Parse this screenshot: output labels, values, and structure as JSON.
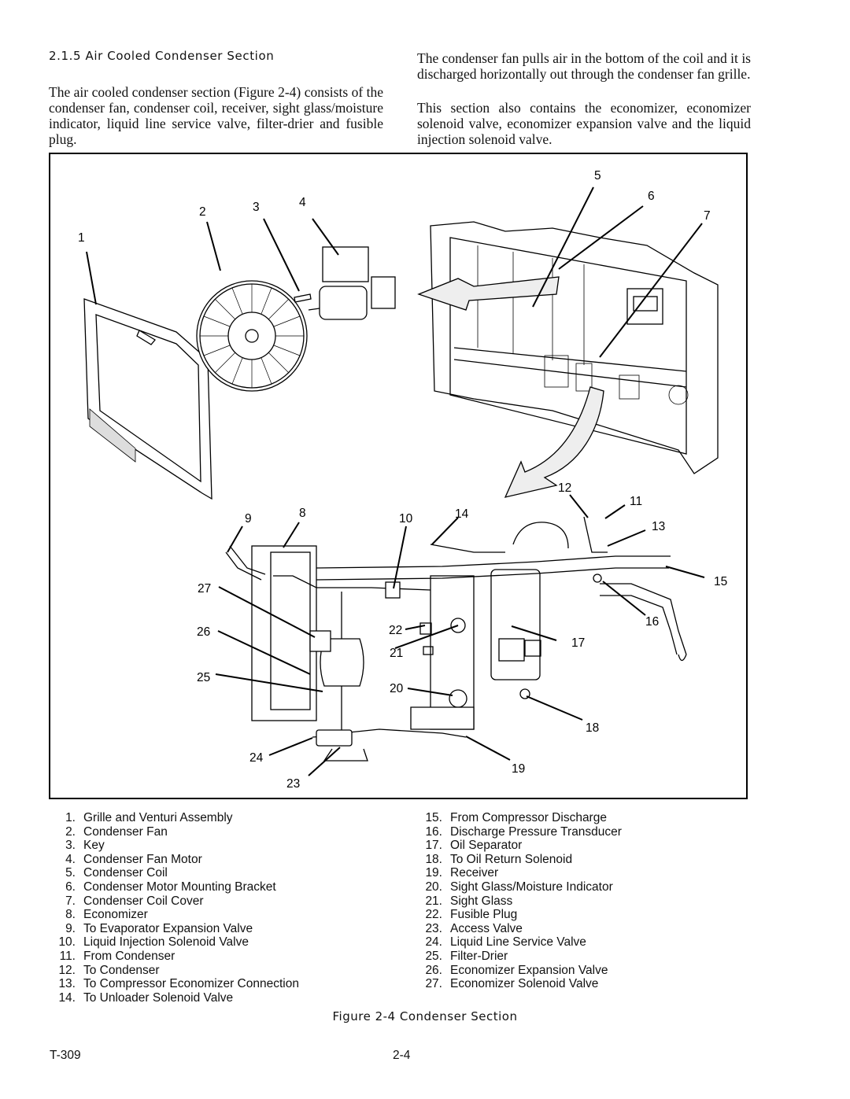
{
  "section_heading": "2.1.5  Air Cooled Condenser Section",
  "paragraphs": {
    "intro": "The air cooled condenser section (Figure 2-4) consists of the condenser fan, condenser coil, receiver, sight glass/moisture indicator, liquid line service valve, filter-drier and fusible plug.",
    "airflow": "The condenser fan pulls air in the bottom of the coil and it is discharged horizontally out through the condenser fan grille.",
    "contents": "This section also contains the economizer, economizer solenoid valve, economizer expansion valve and the liquid injection solenoid valve."
  },
  "figure": {
    "callouts": [
      "1",
      "2",
      "3",
      "4",
      "5",
      "6",
      "7",
      "8",
      "9",
      "10",
      "11",
      "12",
      "13",
      "14",
      "15",
      "16",
      "17",
      "18",
      "19",
      "20",
      "21",
      "22",
      "23",
      "24",
      "25",
      "26",
      "27"
    ],
    "caption": "Figure 2-4 Condenser Section"
  },
  "legend": [
    {
      "num": "1.",
      "label": "Grille and Venturi Assembly"
    },
    {
      "num": "2.",
      "label": "Condenser Fan"
    },
    {
      "num": "3.",
      "label": "Key"
    },
    {
      "num": "4.",
      "label": "Condenser Fan Motor"
    },
    {
      "num": "5.",
      "label": "Condenser Coil"
    },
    {
      "num": "6.",
      "label": "Condenser Motor Mounting Bracket"
    },
    {
      "num": "7.",
      "label": "Condenser Coil Cover"
    },
    {
      "num": "8.",
      "label": "Economizer"
    },
    {
      "num": "9.",
      "label": "To Evaporator Expansion Valve"
    },
    {
      "num": "10.",
      "label": "Liquid Injection Solenoid Valve"
    },
    {
      "num": "11.",
      "label": "From Condenser"
    },
    {
      "num": "12.",
      "label": "To Condenser"
    },
    {
      "num": "13.",
      "label": "To Compressor Economizer Connection"
    },
    {
      "num": "14.",
      "label": "To Unloader Solenoid Valve"
    },
    {
      "num": "15.",
      "label": "From Compressor Discharge"
    },
    {
      "num": "16.",
      "label": "Discharge Pressure Transducer"
    },
    {
      "num": "17.",
      "label": "Oil Separator"
    },
    {
      "num": "18.",
      "label": "To Oil Return Solenoid"
    },
    {
      "num": "19.",
      "label": "Receiver"
    },
    {
      "num": "20.",
      "label": "Sight Glass/Moisture Indicator"
    },
    {
      "num": "21.",
      "label": "Sight Glass"
    },
    {
      "num": "22.",
      "label": "Fusible Plug"
    },
    {
      "num": "23.",
      "label": "Access Valve"
    },
    {
      "num": "24.",
      "label": "Liquid Line Service Valve"
    },
    {
      "num": "25.",
      "label": "Filter-Drier"
    },
    {
      "num": "26.",
      "label": "Economizer Expansion Valve"
    },
    {
      "num": "27.",
      "label": "Economizer Solenoid Valve"
    }
  ],
  "footer": {
    "doc_number": "T-309",
    "page_number": "2-4"
  }
}
